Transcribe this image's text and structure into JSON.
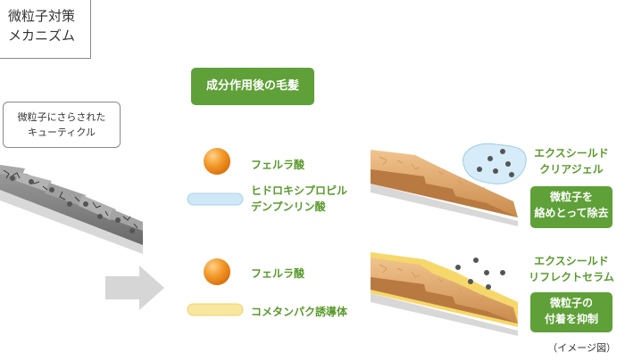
{
  "title": {
    "line1": "微粒子対策",
    "line2": "メカニズム"
  },
  "cuticle_label": {
    "line1": "微粒子にさらされた",
    "line2": "キューティクル"
  },
  "header_label": "成分作用後の毛髪",
  "row1": {
    "ingredient1": "フェルラ酸",
    "ingredient2": {
      "line1": "ヒドロキシプロピル",
      "line2": "デンプンリン酸"
    },
    "product": {
      "line1": "エクスシールド",
      "line2": "クリアジェル"
    },
    "effect": {
      "line1": "微粒子を",
      "line2": "絡めとって除去"
    }
  },
  "row2": {
    "ingredient1": "フェルラ酸",
    "ingredient2": "コメタンパク誘導体",
    "product": {
      "line1": "エクスシールド",
      "line2": "リフレクトセラム"
    },
    "effect": {
      "line1": "微粒子の",
      "line2": "付着を抑制"
    }
  },
  "caption": "（イメージ図）",
  "colors": {
    "accent_green": "#5fa038",
    "text_green": "#5a9a2c",
    "orange_sphere": "#f08a1c",
    "blue_capsule": "#bfe0f2",
    "yellow_capsule": "#f7e08a",
    "arrow_gray": "#d6d6d6"
  },
  "icons": [
    "orange-sphere-icon",
    "blue-capsule-icon",
    "yellow-capsule-icon",
    "right-arrow-icon"
  ]
}
